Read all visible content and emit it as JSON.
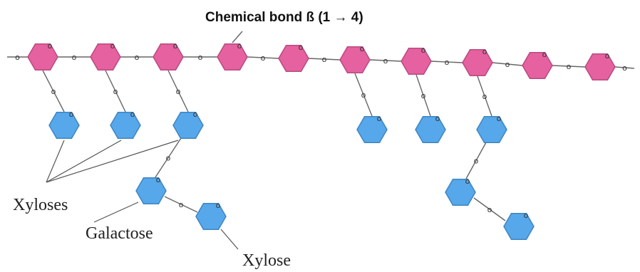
{
  "title": "Chemical bond ß (1 → 4)",
  "labels": {
    "xyloses": "Xyloses",
    "galactose": "Galactose",
    "xylose": "Xylose"
  },
  "oxygen_symbol": "o",
  "colors": {
    "glucose_backbone": "#e6619f",
    "side_chain_sugar": "#56a8ea"
  }
}
